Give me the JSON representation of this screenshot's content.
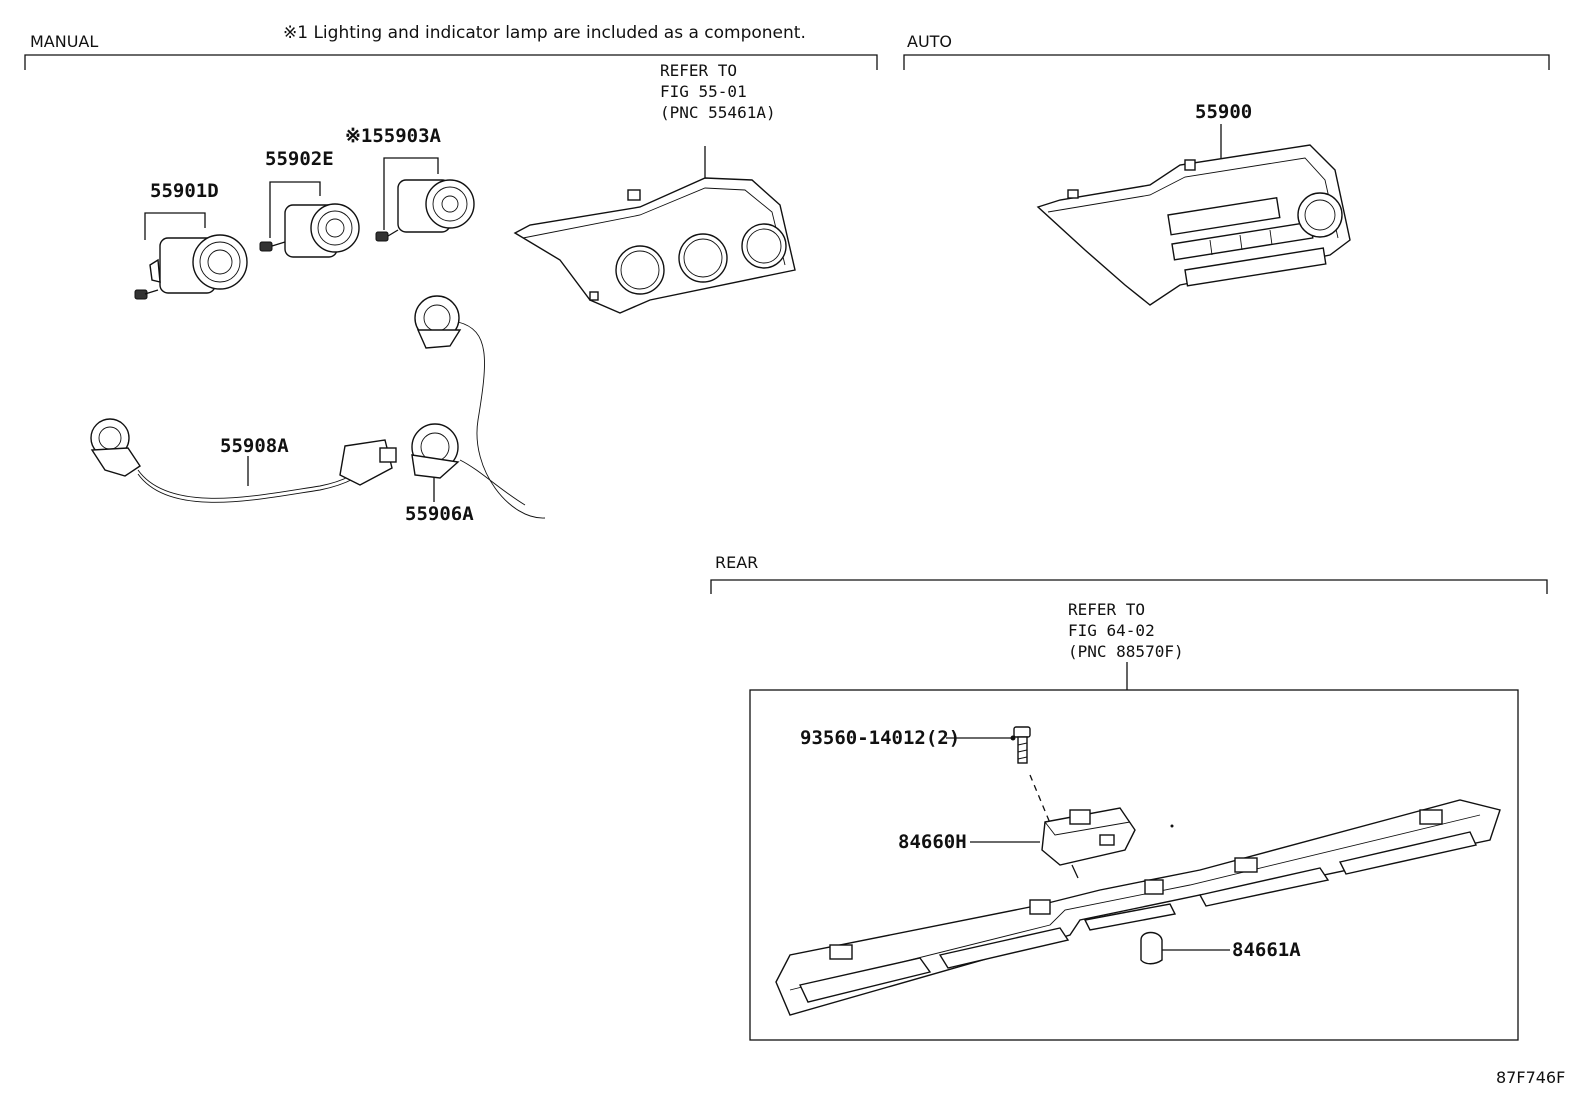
{
  "sections": {
    "manual": "MANUAL",
    "auto": "AUTO",
    "rear": "REAR"
  },
  "note": "※1 Lighting and indicator lamp are included as a component.",
  "refer_manual": [
    "REFER TO",
    "FIG 55-01",
    "(PNC 55461A)"
  ],
  "refer_rear": [
    "REFER TO",
    "FIG 64-02",
    "(PNC 88570F)"
  ],
  "parts": {
    "p55901D": "55901D",
    "p55902E": "55902E",
    "p55903A": "※155903A",
    "p55908A": "55908A",
    "p55906A": "55906A",
    "p55900": "55900",
    "p93560": "93560-14012(2)",
    "p84660H": "84660H",
    "p84661A": "84661A"
  },
  "figure_id": "87F746F"
}
